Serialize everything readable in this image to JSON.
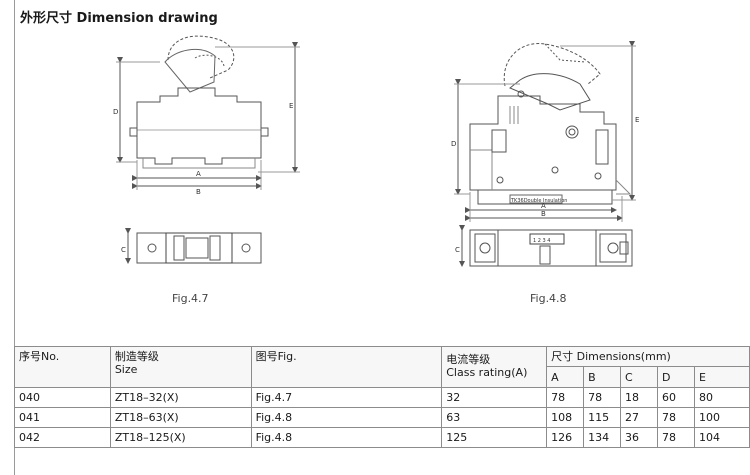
{
  "title": "外形尺寸 Dimension drawing",
  "figures": {
    "fig47": {
      "caption": "Fig.4.7",
      "dim_labels": {
        "a": "A",
        "b": "B",
        "c": "C",
        "d": "D",
        "e": "E"
      }
    },
    "fig48": {
      "caption": "Fig.4.8",
      "dim_labels": {
        "a": "A",
        "b": "B",
        "c": "C",
        "d": "D",
        "e": "E"
      },
      "nameplate": "TK36Double Insulation",
      "indicator": "1 2 3 4"
    }
  },
  "table": {
    "headers": {
      "no_zh": "序号No.",
      "size_zh": "制造等级",
      "size_en": "Size",
      "fig": "图号Fig.",
      "class_zh": "电流等级",
      "class_en": "Class rating(A)",
      "dims": "尺寸 Dimensions(mm)",
      "dim_cols": [
        "A",
        "B",
        "C",
        "D",
        "E"
      ]
    },
    "rows": [
      {
        "no": "040",
        "size": "ZT18–32(X)",
        "fig": "Fig.4.7",
        "class": "32",
        "dims": [
          "78",
          "78",
          "18",
          "60",
          "80"
        ]
      },
      {
        "no": "041",
        "size": "ZT18–63(X)",
        "fig": "Fig.4.8",
        "class": "63",
        "dims": [
          "108",
          "115",
          "27",
          "78",
          "100"
        ]
      },
      {
        "no": "042",
        "size": "ZT18–125(X)",
        "fig": "Fig.4.8",
        "class": "125",
        "dims": [
          "126",
          "134",
          "36",
          "78",
          "104"
        ]
      }
    ]
  }
}
